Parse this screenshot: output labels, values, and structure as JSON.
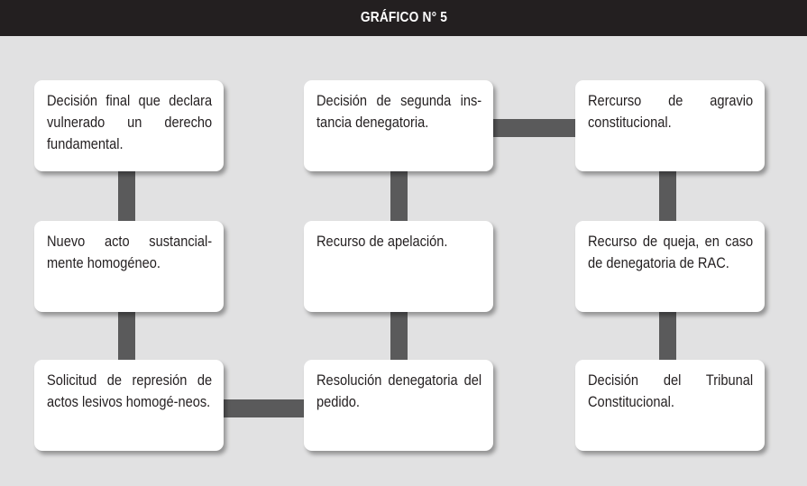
{
  "header": {
    "title": "GRÁFICO N° 5"
  },
  "diagram": {
    "nodes": {
      "decision_final": "Decisión final que declara vulnerado un derecho fundamental.",
      "nuevo_acto": "Nuevo acto sustancial-mente homogéneo.",
      "solicitud_represion": "Solicitud de represión de actos lesivos homogé-neos.",
      "decision_segunda_instancia": "Decisión de segunda ins-tancia denegatoria.",
      "recurso_apelacion": "Recurso de apelación.",
      "resolucion_denegatoria": "Resolución denegatoria del pedido.",
      "recurso_agravio": "Rercurso de agravio constitucional.",
      "recurso_queja": "Recurso de queja, en caso de denegatoria de RAC.",
      "decision_tribunal": "Decisión del Tribunal Constitucional."
    },
    "edges": [
      [
        "decision_final",
        "nuevo_acto"
      ],
      [
        "nuevo_acto",
        "solicitud_represion"
      ],
      [
        "solicitud_represion",
        "resolucion_denegatoria"
      ],
      [
        "resolucion_denegatoria",
        "recurso_apelacion"
      ],
      [
        "recurso_apelacion",
        "decision_segunda_instancia"
      ],
      [
        "decision_segunda_instancia",
        "recurso_agravio"
      ],
      [
        "recurso_agravio",
        "recurso_queja"
      ],
      [
        "recurso_queja",
        "decision_tribunal"
      ]
    ]
  }
}
